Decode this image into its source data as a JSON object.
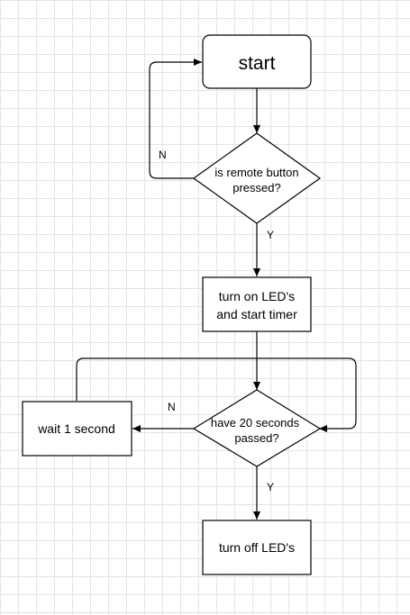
{
  "diagram": {
    "nodes": {
      "start": {
        "label": "start"
      },
      "remote_check": {
        "line1": "is remote button",
        "line2": "pressed?"
      },
      "turn_on": {
        "line1": "turn on LED's",
        "line2": "and start timer"
      },
      "time_check": {
        "line1": "have 20 seconds",
        "line2": "passed?"
      },
      "wait": {
        "label": "wait 1 second"
      },
      "turn_off": {
        "label": "turn off LED's"
      }
    },
    "edges": {
      "remote_no": "N",
      "remote_yes": "Y",
      "time_no": "N",
      "time_yes": "Y"
    }
  }
}
